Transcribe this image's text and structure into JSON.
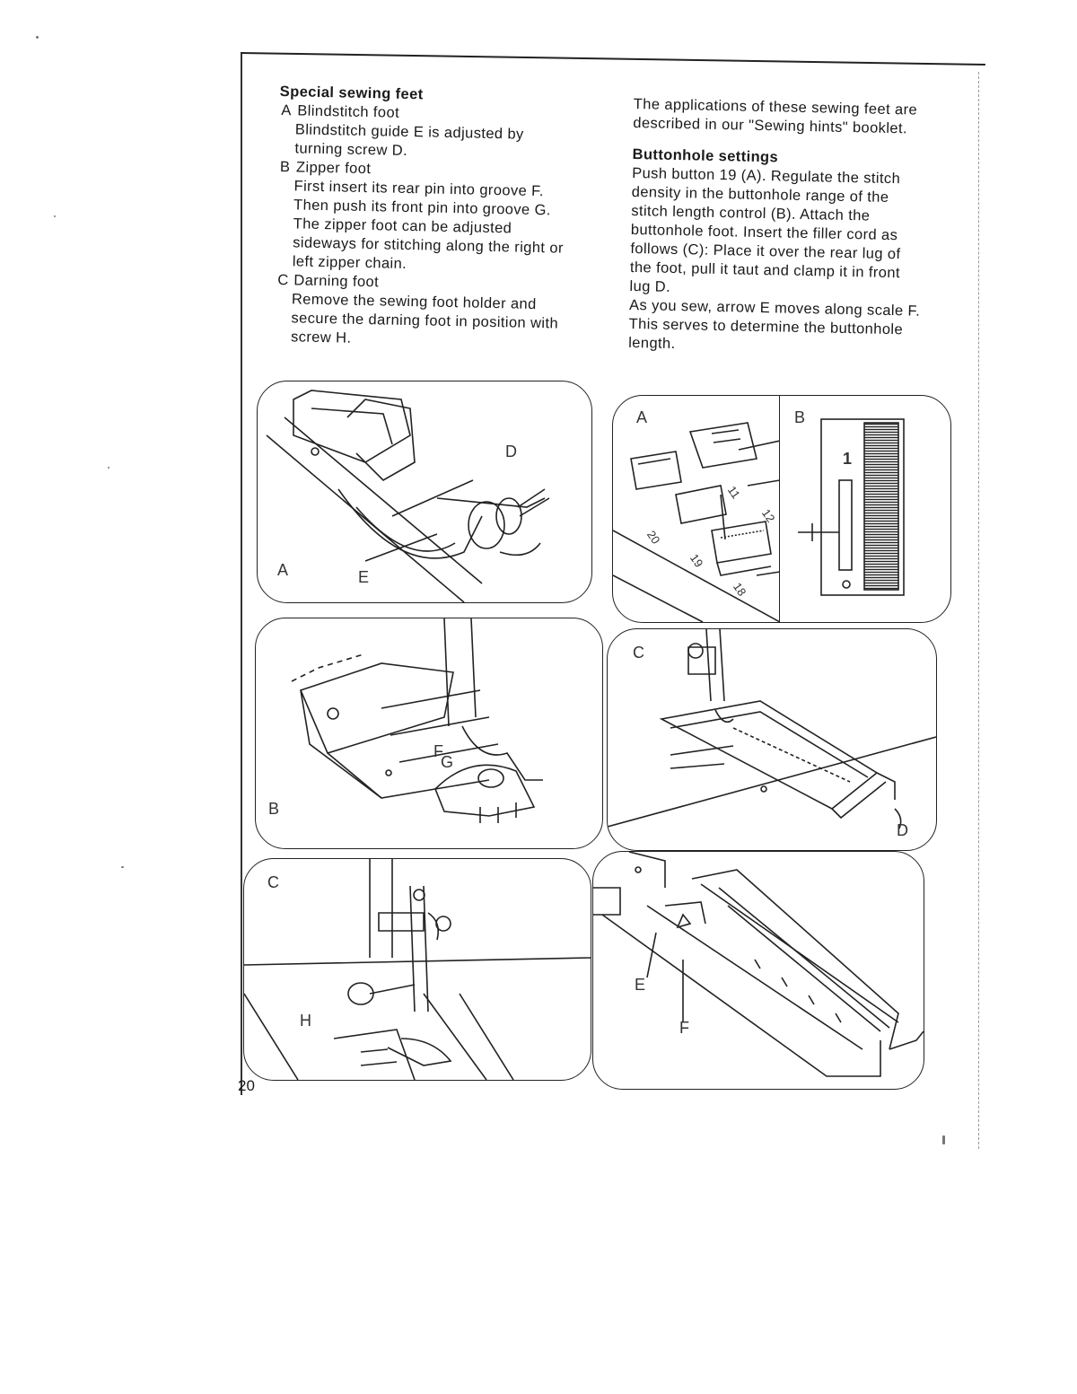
{
  "left_column": {
    "heading": "Special sewing feet",
    "items": [
      {
        "letter": "A",
        "title": "Blindstitch foot",
        "lines": [
          "Blindstitch guide E is adjusted by",
          "turning screw D."
        ]
      },
      {
        "letter": "B",
        "title": "Zipper foot",
        "lines": [
          "First insert its rear pin into groove F.",
          "Then push its front pin into groove G.",
          "The zipper foot can be adjusted",
          "sideways for stitching along the right or",
          "left zipper chain."
        ]
      },
      {
        "letter": "C",
        "title": "Darning foot",
        "lines": [
          "Remove the sewing foot holder and",
          "secure the darning foot in position with",
          "screw H."
        ]
      }
    ]
  },
  "right_column": {
    "intro_lines": [
      "The applications of these sewing feet are",
      "described in our \"Sewing hints\" booklet."
    ],
    "heading": "Buttonhole settings",
    "lines": [
      "Push button 19 (A). Regulate the stitch",
      "density in the buttonhole range of the",
      "stitch length control (B). Attach the",
      "buttonhole foot. Insert the filler cord as",
      "follows (C): Place it over the rear lug of",
      "the foot, pull it taut and clamp it in front",
      "lug D.",
      "As you sew, arrow E moves along scale F.",
      "This serves to determine the buttonhole",
      "length."
    ]
  },
  "figures": {
    "fig_a_blindstitch": {
      "panel_label": "A",
      "callouts": [
        "D",
        "E"
      ]
    },
    "fig_b_zipper": {
      "panel_label": "B",
      "callouts": [
        "F",
        "G"
      ]
    },
    "fig_c_darning": {
      "panel_label": "C",
      "callouts": [
        "H"
      ]
    },
    "fig_buttons": {
      "panel_label": "A",
      "numbers": [
        "20",
        "19",
        "18",
        "12",
        "11"
      ]
    },
    "fig_scale": {
      "panel_label": "B",
      "tick_label": "1"
    },
    "fig_filler_cord": {
      "panel_label": "C",
      "callouts": [
        "D"
      ]
    },
    "fig_arrow_scale": {
      "callouts": [
        "E",
        "F"
      ]
    }
  },
  "page_number": "20"
}
